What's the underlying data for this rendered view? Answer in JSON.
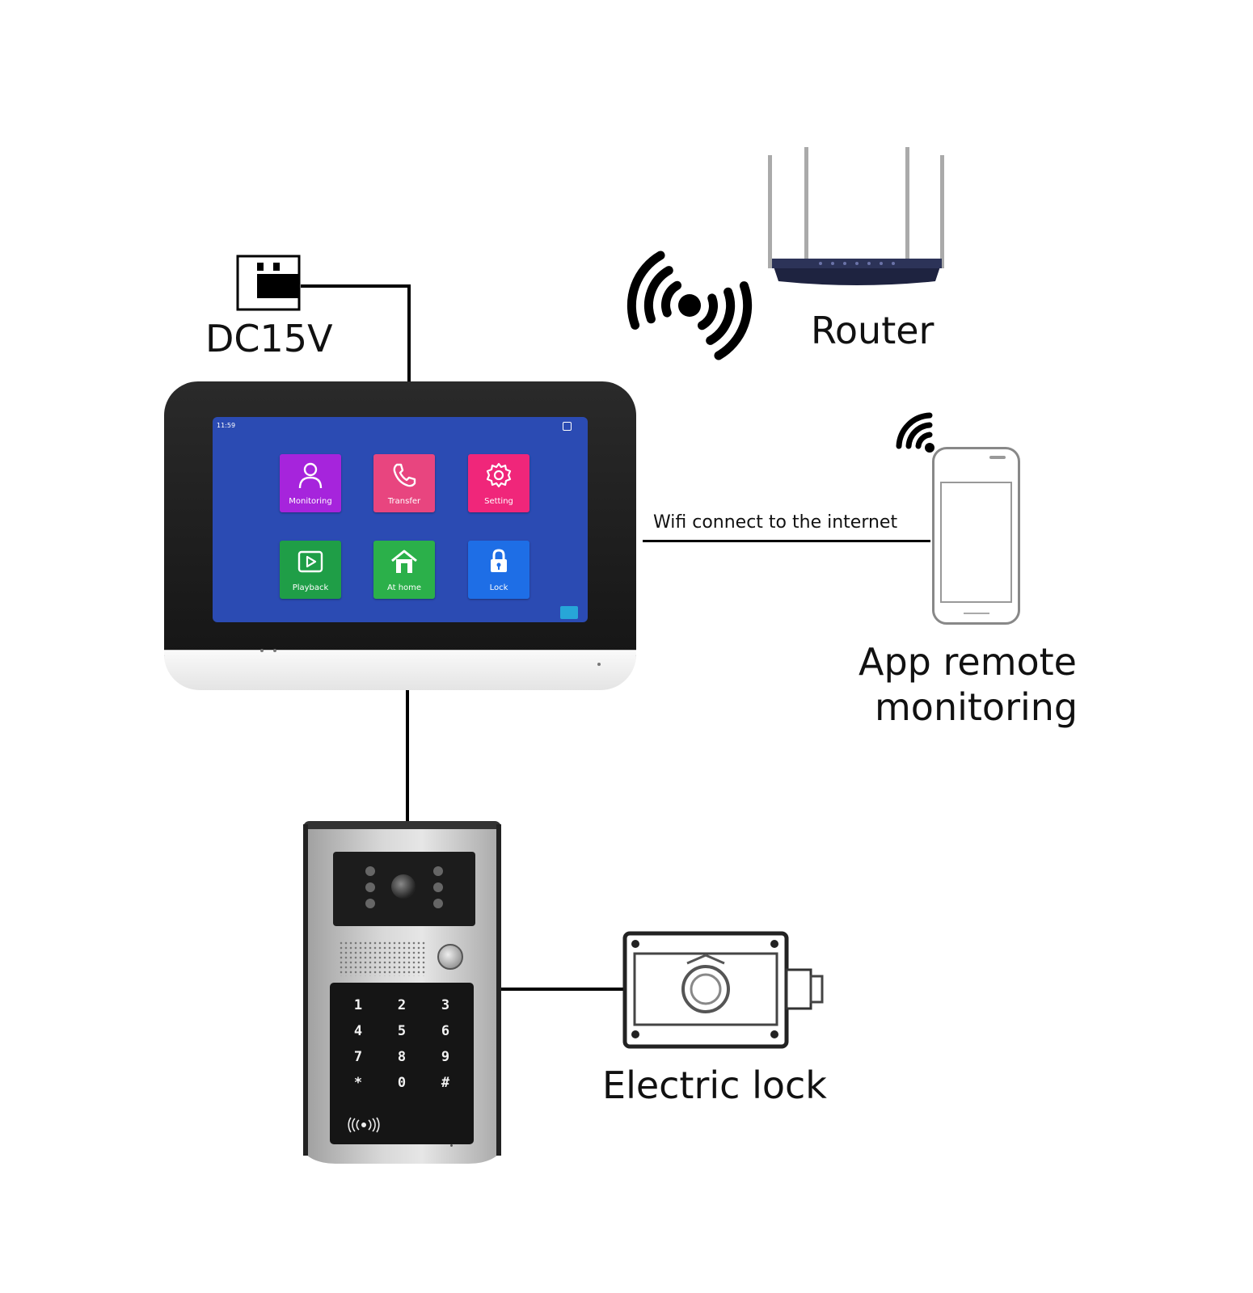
{
  "labels": {
    "power": "DC15V",
    "router": "Router",
    "wifi_link": "Wifi connect to the internet",
    "app_line1": "App  remote",
    "app_line2": "monitoring",
    "lock": "Electric lock"
  },
  "monitor_screen": {
    "time": "11:59",
    "tiles": [
      {
        "label": "Monitoring",
        "icon": "person-icon",
        "color": "#a624dc"
      },
      {
        "label": "Transfer",
        "icon": "phone-icon",
        "color": "#e8457f"
      },
      {
        "label": "Setting",
        "icon": "gear-icon",
        "color": "#f0267a"
      },
      {
        "label": "Playback",
        "icon": "play-icon",
        "color": "#1f9e47"
      },
      {
        "label": "At home",
        "icon": "home-icon",
        "color": "#2bb04a"
      },
      {
        "label": "Lock",
        "icon": "lock-icon",
        "color": "#1e6ee6"
      }
    ]
  },
  "keypad": {
    "keys": [
      "1",
      "2",
      "3",
      "4",
      "5",
      "6",
      "7",
      "8",
      "9",
      "*",
      "0",
      "#"
    ]
  }
}
